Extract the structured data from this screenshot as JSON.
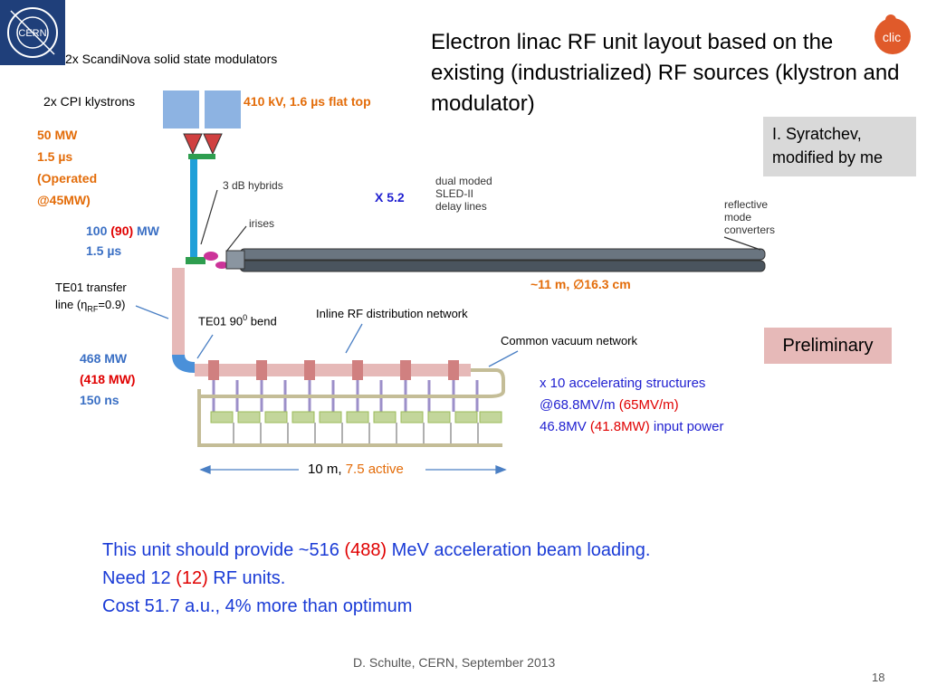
{
  "title": "Electron linac RF unit layout based on the existing (industrialized) RF sources (klystron and modulator)",
  "logos": {
    "cern": "CERN",
    "clic": "clic"
  },
  "labels": {
    "modulators": "2x ScandiNova solid state modulators",
    "klystrons": "2x CPI klystrons",
    "voltage": "410 kV, 1.6 µs flat top",
    "klystron_power": "50 MW",
    "klystron_pulse": "1.5 µs",
    "operated_1": "(Operated",
    "operated_2": "@45MW)",
    "hybrids": "3 dB hybrids",
    "irises": "irises",
    "x_factor": "X 5.2",
    "sled_1": "dual moded",
    "sled_2": "SLED-II",
    "sled_3": "delay lines",
    "reflective_1": "reflective",
    "reflective_2": "mode",
    "reflective_3": "converters",
    "combined_power_a": "100",
    "combined_power_b": "(90)",
    "combined_power_c": "MW",
    "combined_pulse": "1.5 µs",
    "delay_line_dims": "~11 m, ∅16.3 cm",
    "te01_line_1": "TE01 transfer",
    "te01_line_2a": "line (η",
    "te01_line_2b": "RF",
    "te01_line_2c": "=0.9)",
    "te01_bend_a": "TE01 90",
    "te01_bend_b": "0",
    "te01_bend_c": " bend",
    "inline_network": "Inline RF distribution network",
    "vacuum_network": "Common vacuum network",
    "compressed_power_1": "468 MW",
    "compressed_power_2": "(418 MW)",
    "compressed_pulse": "150 ns",
    "structures_1": "x 10 accelerating structures",
    "structures_2a": "@68.8MV/m ",
    "structures_2b": "(65MV/m)",
    "structures_3a": "46.8MV ",
    "structures_3b": "(41.8MW)",
    "structures_3c": " input power",
    "length_a": "10 m, ",
    "length_b": "7.5 active"
  },
  "author_box": {
    "line1": "I. Syratchev,",
    "line2": "modified by me"
  },
  "preliminary": "Preliminary",
  "summary": {
    "line1_a": "This unit should provide ~516 ",
    "line1_b": "(488)",
    "line1_c": "  MeV acceleration beam loading.",
    "line2_a": "Need 12 ",
    "line2_b": "(12)",
    "line2_c": " RF units.",
    "line3": "Cost 51.7 a.u., 4% more than optimum"
  },
  "footer": "D. Schulte, CERN, September 2013",
  "page_number": "18",
  "colors": {
    "cern_blue": "#1f3f7a",
    "klystron_blue": "#8db3e2",
    "waveguide_blue": "#1e9fd8",
    "pink_line": "#e6b9b8",
    "structure_green": "#c3d69b",
    "vacuum_tan": "#c4bd97"
  }
}
